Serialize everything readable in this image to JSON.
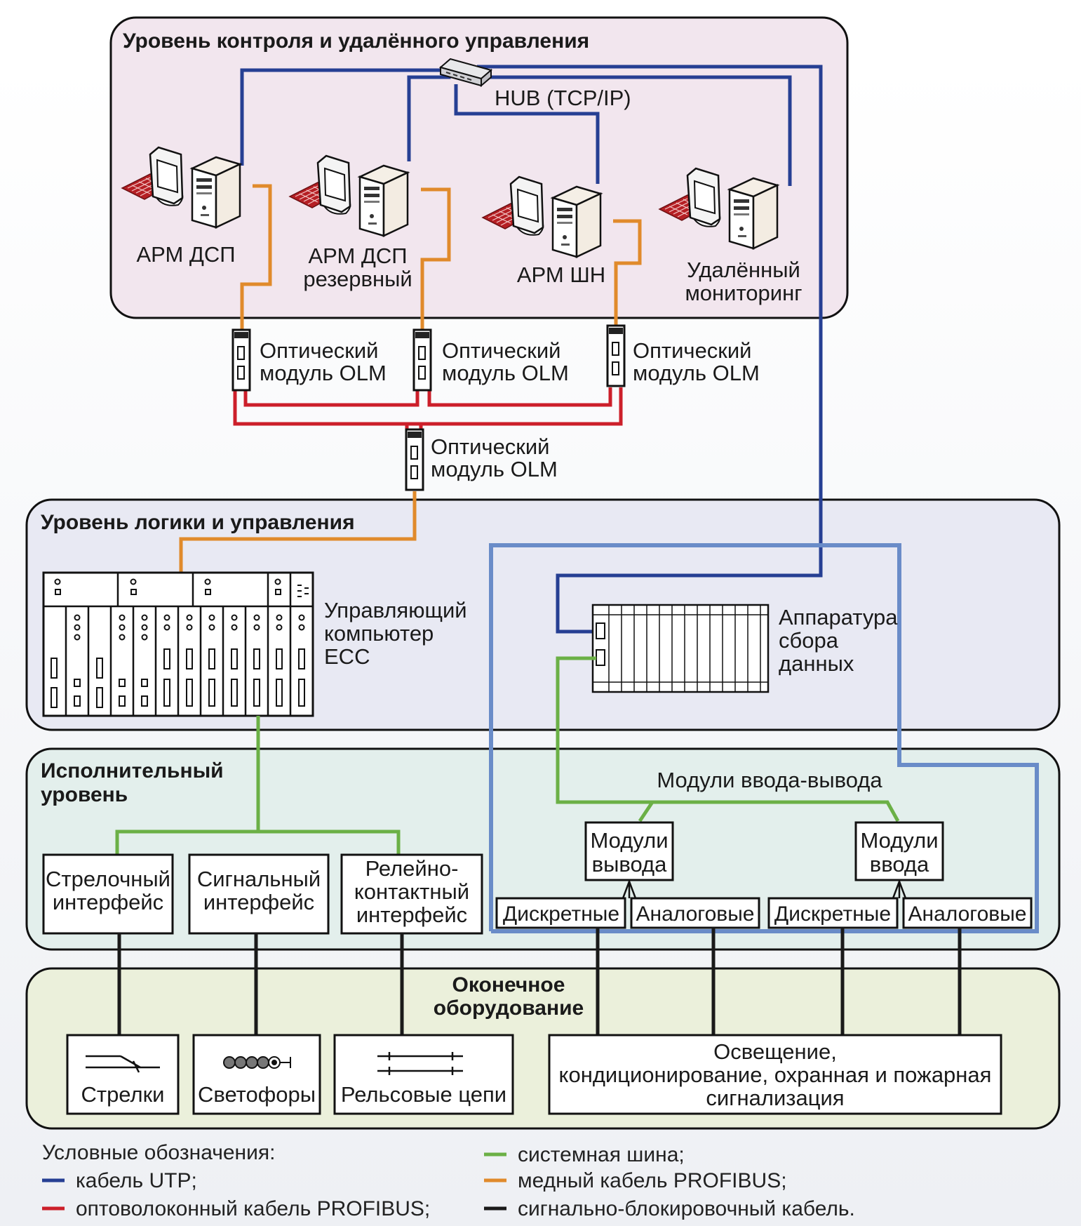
{
  "colors": {
    "utp": "#263f93",
    "fiber": "#cc1f2a",
    "system_bus": "#6bb046",
    "profibus_copper": "#e08a2b",
    "signal_cable": "#1a1a1a",
    "bus_outline": "#6a8cc8",
    "level_control_bg": "#f2e6ee",
    "level_logic_bg": "#e8e9f3",
    "level_exec_bg": "#e3efec",
    "level_terminal_bg": "#ebf0db"
  },
  "levels": {
    "control": "Уровень контроля и удалённого управления",
    "logic": "Уровень логики и управления",
    "exec_line1": "Исполнительный",
    "exec_line2": "уровень",
    "terminal_line1": "Оконечное",
    "terminal_line2": "оборудование"
  },
  "hub": "HUB (TCP/IP)",
  "workstations": {
    "arm_dsp": "АРМ ДСП",
    "arm_dsp_res_1": "АРМ ДСП",
    "arm_dsp_res_2": "резервный",
    "arm_shn": "АРМ ШН",
    "remote_1": "Удалённый",
    "remote_2": "мониторинг"
  },
  "olm": {
    "line1": "Оптический",
    "line2": "модуль OLM"
  },
  "ecc": {
    "line1": "Управляющий",
    "line2": "компьютер",
    "line3": "ECC"
  },
  "daq": {
    "line1": "Аппаратура",
    "line2": "сбора",
    "line3": "данных"
  },
  "io_modules": "Модули ввода-вывода",
  "output_modules": {
    "line1": "Модули",
    "line2": "вывода"
  },
  "input_modules": {
    "line1": "Модули",
    "line2": "ввода"
  },
  "discrete": "Дискретные",
  "analog": "Аналоговые",
  "interfaces": {
    "switch_1": "Стрелочный",
    "switch_2": "интерфейс",
    "signal_1": "Сигнальный",
    "signal_2": "интерфейс",
    "relay_1": "Релейно-",
    "relay_2": "контактный",
    "relay_3": "интерфейс"
  },
  "terminal": {
    "switches": "Стрелки",
    "signals": "Светофоры",
    "track": "Рельсовые цепи",
    "facility_1": "Освещение,",
    "facility_2": "кондиционирование, охранная и пожарная",
    "facility_3": "сигнализация"
  },
  "legend": {
    "title": "Условные обозначения:",
    "utp": "кабель UTP;",
    "fiber": "оптоволоконный кабель PROFIBUS;",
    "system_bus": "системная шина;",
    "profibus_copper": "медный кабель PROFIBUS;",
    "signal_cable": "сигнально-блокировочный кабель."
  }
}
